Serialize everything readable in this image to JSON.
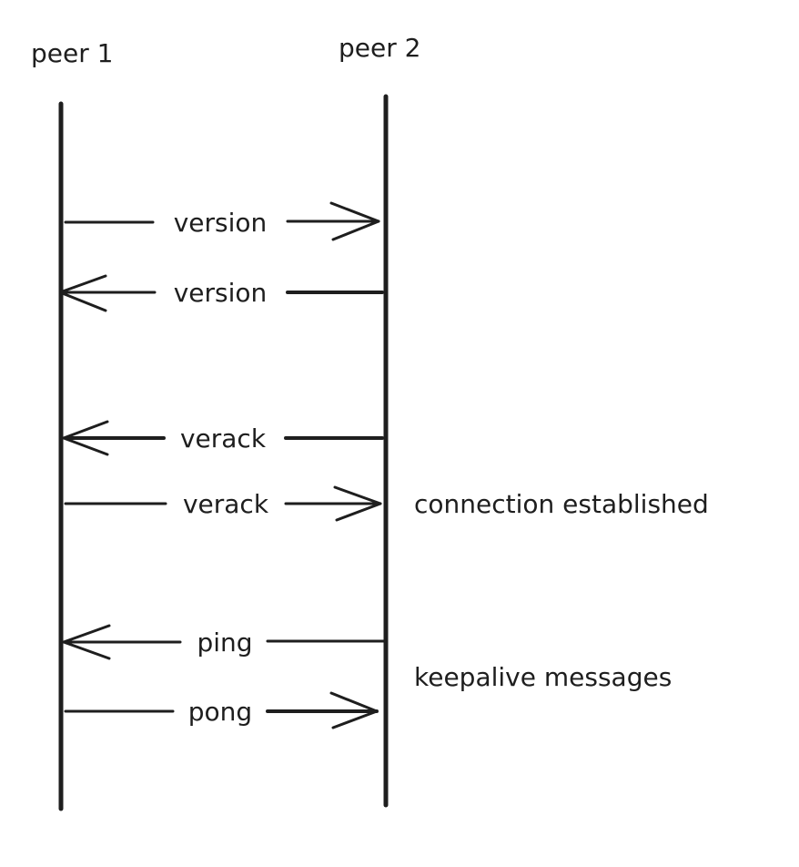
{
  "participants": {
    "peer1": "peer 1",
    "peer2": "peer 2"
  },
  "messages": [
    {
      "label": "version",
      "direction": "peer1-to-peer2"
    },
    {
      "label": "version",
      "direction": "peer2-to-peer1"
    },
    {
      "label": "verack",
      "direction": "peer2-to-peer1"
    },
    {
      "label": "verack",
      "direction": "peer1-to-peer2"
    },
    {
      "label": "ping",
      "direction": "peer2-to-peer1"
    },
    {
      "label": "pong",
      "direction": "peer1-to-peer2"
    }
  ],
  "notes": {
    "connection": "connection established",
    "keepalive": "keepalive messages"
  }
}
